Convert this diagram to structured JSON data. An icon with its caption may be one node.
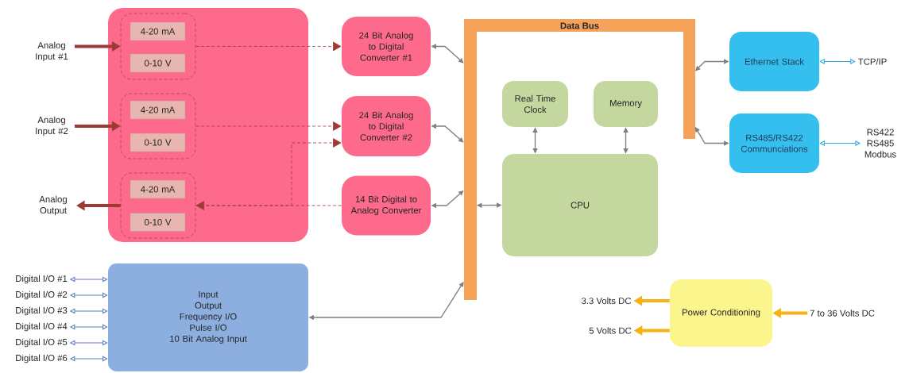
{
  "diagram": {
    "nodes": [
      {
        "text": [],
        "shape": "box"
      },
      {
        "text": [],
        "shape": "box",
        "in": 0
      },
      {
        "text": [
          "4-20 mA"
        ],
        "in": 1
      },
      {
        "text": [
          "0-10 V"
        ],
        "in": 1
      },
      {
        "text": [],
        "shape": "box",
        "in": 0
      },
      {
        "text": [
          "4-20 mA"
        ],
        "in": 4
      },
      {
        "text": [
          "0-10 V"
        ],
        "in": 4
      },
      {
        "text": [],
        "shape": "box",
        "in": 0
      },
      {
        "text": [
          "4-20 mA"
        ],
        "in": 7
      },
      {
        "text": [
          "0-10 V"
        ],
        "in": 7
      },
      {
        "text": [
          "Analog Input #1"
        ]
      },
      {
        "text": [
          "Analog Input #2"
        ]
      },
      {
        "text": [
          "Analog Output"
        ]
      },
      {
        "text": [
          "24 Bit Analog to Digital Converter #1"
        ]
      },
      {
        "text": [
          "24 Bit Analog to Digital Converter #2"
        ]
      },
      {
        "text": [
          "14 Bit Digital to Analog Converter"
        ]
      },
      {
        "text": [
          "Data Bus"
        ]
      },
      {
        "text": [
          "Real Time Clock"
        ]
      },
      {
        "text": [
          "Memory"
        ]
      },
      {
        "text": [
          "CPU"
        ]
      },
      {
        "text": [
          "Ethernet Stack"
        ]
      },
      {
        "text": [
          "RS485/RS422 Communciations"
        ]
      },
      {
        "text": [
          "TCP/IP"
        ]
      },
      {
        "text": [
          "RS422 RS485 Modbus"
        ]
      },
      {
        "text": [
          "Input",
          "Output",
          "Frequency I/O",
          "Pulse I/O",
          "10 Bit Analog Input"
        ]
      },
      {
        "text": [
          "Digital I/O #1"
        ]
      },
      {
        "text": [
          "Digital I/O #2"
        ]
      },
      {
        "text": [
          "Digital I/O #3"
        ]
      },
      {
        "text": [
          "Digital I/O #4"
        ]
      },
      {
        "text": [
          "Digital I/O #5"
        ]
      },
      {
        "text": [
          "Digital I/O #6"
        ]
      },
      {
        "text": [
          "Power Conditioning"
        ]
      },
      {
        "text": [
          "3.3 Volts DC"
        ]
      },
      {
        "text": [
          "5 Volts DC"
        ]
      },
      {
        "text": [
          "7 to 36 Volts DC"
        ]
      }
    ],
    "edges": [
      {
        "from": 10,
        "to": 1,
        "arrow": "to",
        "style": "thick",
        "color": "#9e3a35"
      },
      {
        "from": 11,
        "to": 4,
        "arrow": "to",
        "style": "thick",
        "color": "#9e3a35"
      },
      {
        "from": 7,
        "to": 12,
        "arrow": "to",
        "style": "thick",
        "color": "#9e3a35"
      },
      {
        "from": 1,
        "to": 13,
        "arrow": "to",
        "style": "dashed",
        "color": "#9e3a35"
      },
      {
        "from": 4,
        "to": 14,
        "arrow": "to",
        "style": "dashed",
        "color": "#9e3a35"
      },
      {
        "from": 7,
        "to": 14,
        "arrow": "to",
        "style": "dashed",
        "color": "#9e3a35"
      },
      {
        "from": 15,
        "to": 7,
        "arrow": "to",
        "style": "dashed",
        "color": "#9e3a35"
      },
      {
        "from": 13,
        "to": 16,
        "arrow": "both"
      },
      {
        "from": 14,
        "to": 16,
        "arrow": "both"
      },
      {
        "from": 15,
        "to": 16,
        "arrow": "both"
      },
      {
        "from": 16,
        "to": 19,
        "arrow": "both"
      },
      {
        "from": 17,
        "to": 19,
        "arrow": "both"
      },
      {
        "from": 18,
        "to": 19,
        "arrow": "both"
      },
      {
        "from": 16,
        "to": 20,
        "arrow": "both"
      },
      {
        "from": 16,
        "to": 21,
        "arrow": "both"
      },
      {
        "from": 16,
        "to": 24,
        "arrow": "both"
      },
      {
        "from": 20,
        "to": 22,
        "arrow": "both",
        "color": "#2aa9e0"
      },
      {
        "from": 21,
        "to": 23,
        "arrow": "both",
        "color": "#2aa9e0"
      },
      {
        "from": 25,
        "to": 24,
        "arrow": "both",
        "color": "#5a80bd"
      },
      {
        "from": 26,
        "to": 24,
        "arrow": "both",
        "color": "#5a80bd"
      },
      {
        "from": 27,
        "to": 24,
        "arrow": "both",
        "color": "#5a80bd"
      },
      {
        "from": 28,
        "to": 24,
        "arrow": "both",
        "color": "#5a80bd"
      },
      {
        "from": 29,
        "to": 24,
        "arrow": "both",
        "color": "#5a80bd"
      },
      {
        "from": 30,
        "to": 24,
        "arrow": "both",
        "color": "#5a80bd"
      },
      {
        "from": 31,
        "to": 32,
        "arrow": "to",
        "style": "thick",
        "color": "#f5b212"
      },
      {
        "from": 31,
        "to": 33,
        "arrow": "to",
        "style": "thick",
        "color": "#f5b212"
      },
      {
        "from": 34,
        "to": 31,
        "arrow": "to",
        "style": "thick",
        "color": "#f5b212"
      }
    ]
  }
}
